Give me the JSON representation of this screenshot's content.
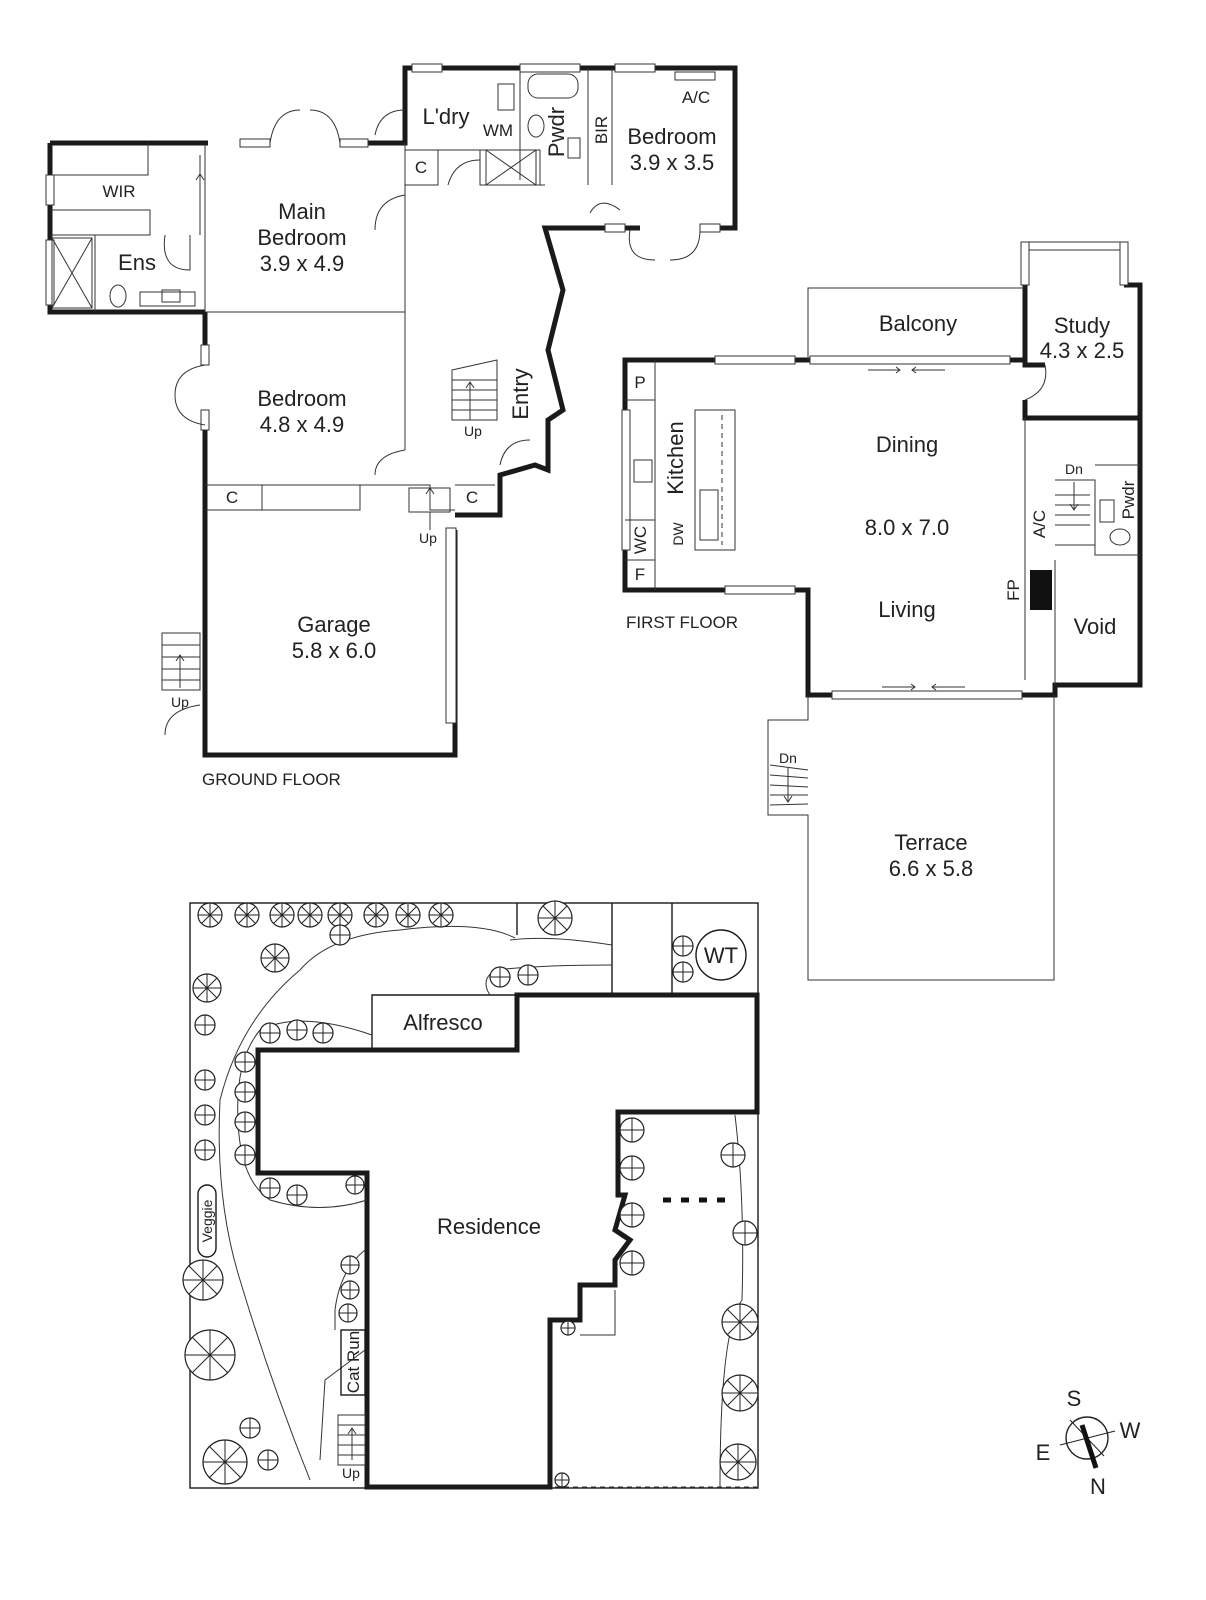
{
  "ground_floor": {
    "label": "GROUND FLOOR",
    "rooms": {
      "laundry": "L'dry",
      "wm": "WM",
      "powder": "Pwdr",
      "bir": "BIR",
      "ac": "A/C",
      "bedroom_ne_name": "Bedroom",
      "bedroom_ne_size": "3.9 x 3.5",
      "closet_1": "C",
      "wir": "WIR",
      "main_bedroom_l1": "Main",
      "main_bedroom_l2": "Bedroom",
      "main_bedroom_size": "3.9 x 4.9",
      "ensuite": "Ens",
      "entry": "Entry",
      "up_1": "Up",
      "bedroom_w_name": "Bedroom",
      "bedroom_w_size": "4.8 x 4.9",
      "closet_2": "C",
      "closet_3": "C",
      "up_2": "Up",
      "garage_name": "Garage",
      "garage_size": "5.8 x 6.0",
      "up_3": "Up"
    }
  },
  "first_floor": {
    "label": "FIRST FLOOR",
    "rooms": {
      "balcony": "Balcony",
      "study_name": "Study",
      "study_size": "4.3 x 2.5",
      "pantry": "P",
      "kitchen": "Kitchen",
      "dining": "Dining",
      "dining_living_size": "8.0 x 7.0",
      "living": "Living",
      "dn_1": "Dn",
      "ac": "A/C",
      "powder": "Pwdr",
      "wc": "WC",
      "dw": "DW",
      "fridge": "F",
      "fp": "FP",
      "void": "Void",
      "dn_2": "Dn",
      "terrace_name": "Terrace",
      "terrace_size": "6.6 x 5.8"
    }
  },
  "site_plan": {
    "wt": "WT",
    "alfresco": "Alfresco",
    "residence": "Residence",
    "veggie": "Veggie",
    "cat_run": "Cat Run",
    "up": "Up"
  },
  "compass": {
    "s": "S",
    "w": "W",
    "e": "E",
    "n": "N"
  }
}
